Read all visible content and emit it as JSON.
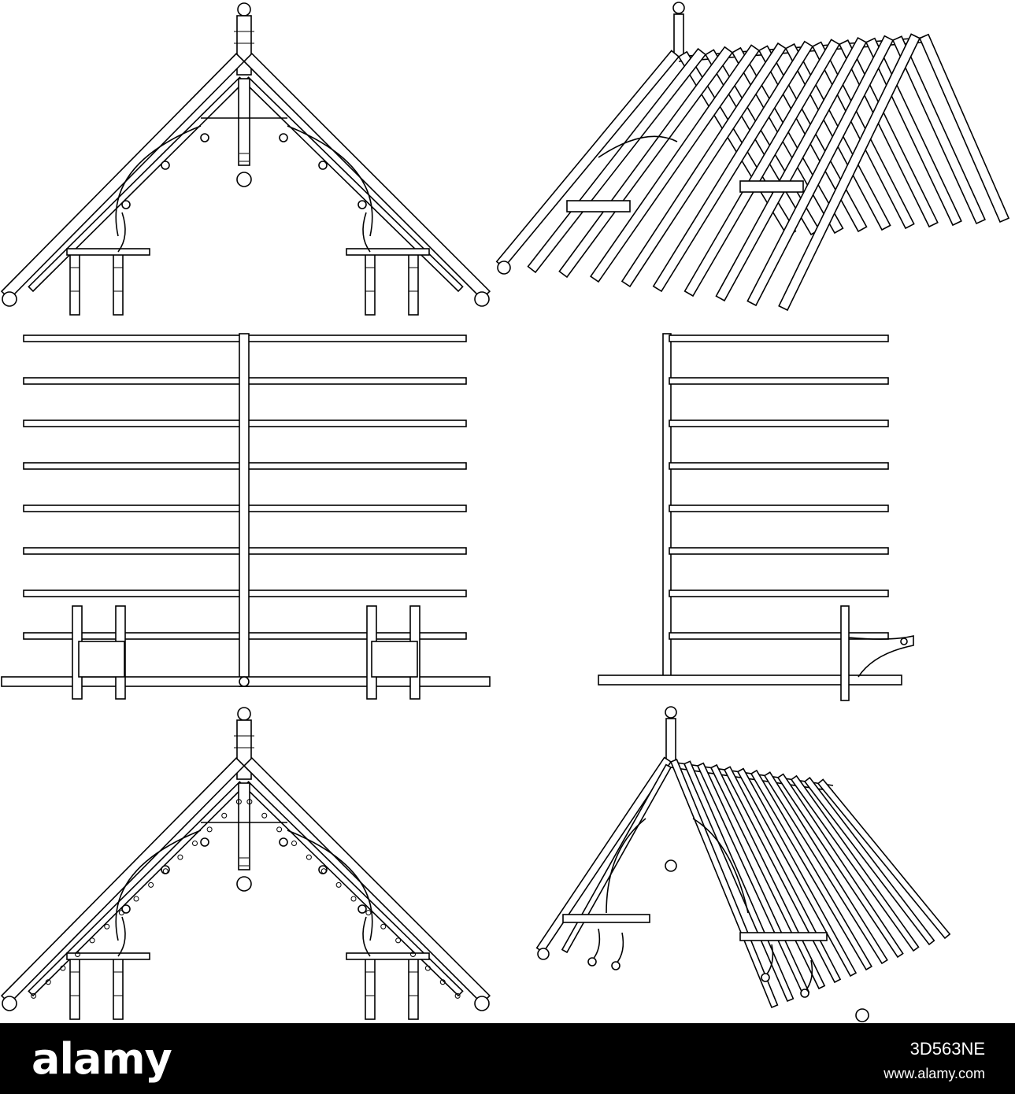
{
  "views": {
    "front_elevation": "front elevation of timber roof truss",
    "perspective_top": "perspective view of roof frame",
    "plan": "plan view of roof frame",
    "side_elevation": "side elevation of roof frame",
    "front_elevation_detailed": "front elevation with ornamental barge board",
    "perspective_bottom": "perspective view with ornamental brackets"
  },
  "footer": {
    "logo": "alamy",
    "image_id": "3D563NE",
    "site_url": "www.alamy.com"
  },
  "colors": {
    "line": "#000000",
    "paper": "#ffffff",
    "footer_bg": "#000000",
    "footer_text": "#ffffff"
  }
}
